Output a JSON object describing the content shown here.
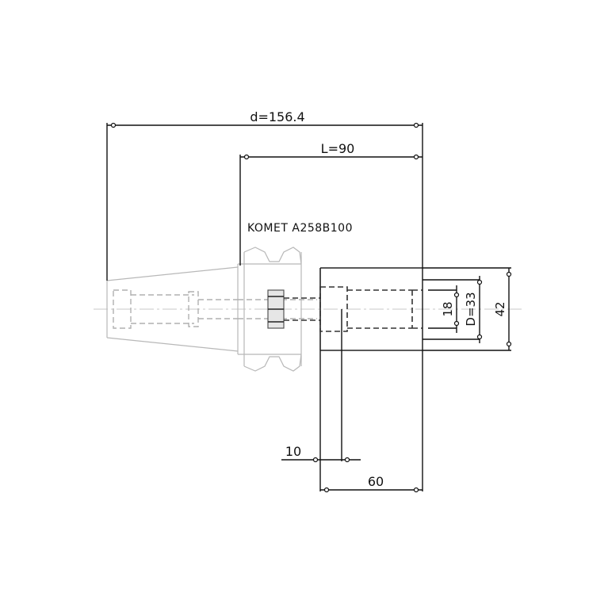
{
  "dimensions": {
    "overall_length": "d=156.4",
    "holder_length": "L=90",
    "dim_10": "10",
    "dim_60": "60",
    "dim_18": "18",
    "dim_d33": "D=33",
    "dim_42": "42"
  },
  "part_label": "KOMET A258B100"
}
